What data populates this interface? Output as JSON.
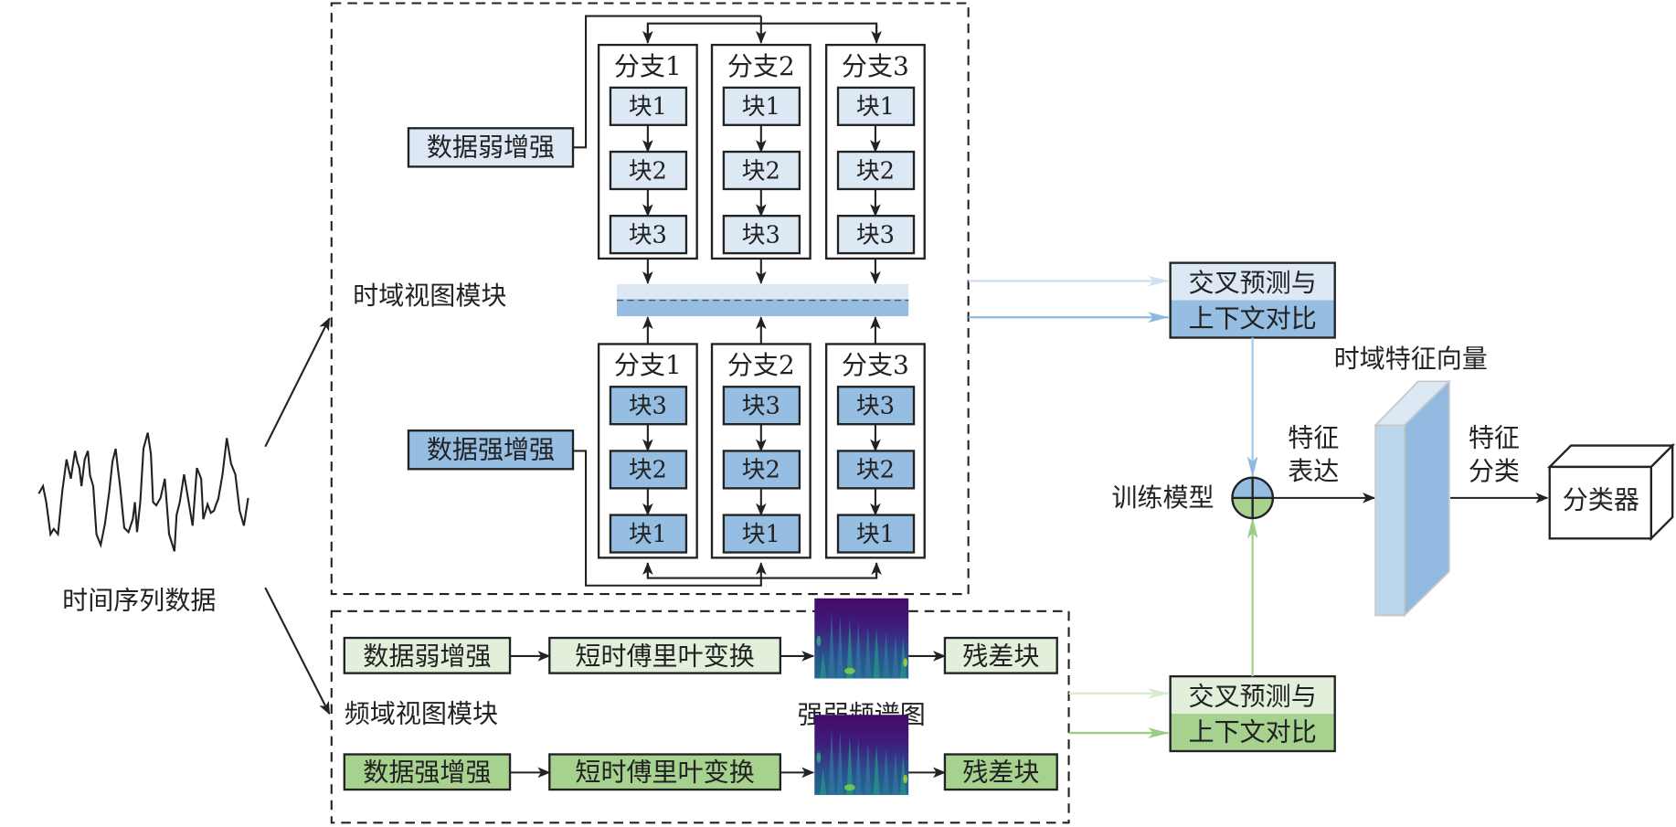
{
  "colors": {
    "blue_light": "#dce8f4",
    "blue_dark": "#96bde2",
    "green_light": "#e2efdb",
    "green_dark": "#a6d18e",
    "line": "#222222",
    "arrow_blue_light": "#cfe0f2",
    "arrow_blue_dark": "#8fb8e0",
    "arrow_green_light": "#d9ecd0",
    "arrow_green_dark": "#9ccc86"
  },
  "input": {
    "label": "时间序列数据",
    "icon": "time-series-waveform-icon"
  },
  "time_module": {
    "title": "时域视图模块",
    "weak_aug": "数据弱增强",
    "strong_aug": "数据强增强",
    "top_branches": [
      {
        "label": "分支1",
        "blocks": [
          "块1",
          "块2",
          "块3"
        ]
      },
      {
        "label": "分支2",
        "blocks": [
          "块1",
          "块2",
          "块3"
        ]
      },
      {
        "label": "分支3",
        "blocks": [
          "块1",
          "块2",
          "块3"
        ]
      }
    ],
    "bottom_branches": [
      {
        "label": "分支1",
        "blocks": [
          "块3",
          "块2",
          "块1"
        ]
      },
      {
        "label": "分支2",
        "blocks": [
          "块3",
          "块2",
          "块1"
        ]
      },
      {
        "label": "分支3",
        "blocks": [
          "块3",
          "块2",
          "块1"
        ]
      }
    ]
  },
  "freq_module": {
    "title": "频域视图模块",
    "spectrogram_label": "强弱频谱图",
    "weak_row": [
      "数据弱增强",
      "短时傅里叶变换",
      "残差块"
    ],
    "strong_row": [
      "数据强增强",
      "短时傅里叶变换",
      "残差块"
    ]
  },
  "contrast_time": {
    "line1": "交叉预测与",
    "line2": "上下文对比"
  },
  "contrast_freq": {
    "line1": "交叉预测与",
    "line2": "上下文对比"
  },
  "train_model": "训练模型",
  "feature_expr": {
    "line1": "特征",
    "line2": "表达"
  },
  "feature_vector": "时域特征向量",
  "feature_cls": {
    "line1": "特征",
    "line2": "分类"
  },
  "classifier": "分类器"
}
